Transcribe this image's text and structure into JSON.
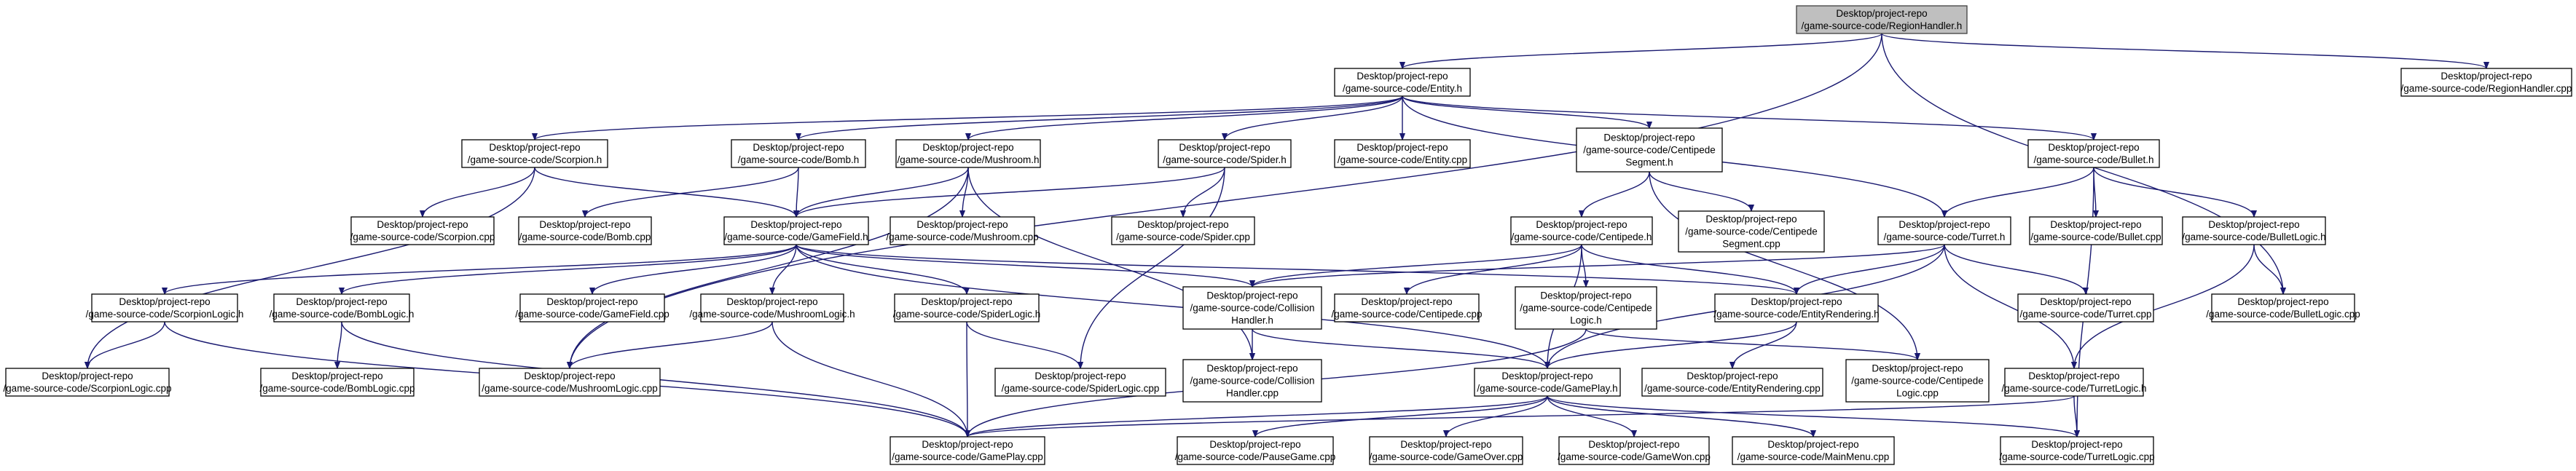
{
  "graph": {
    "nodes": [
      {
        "id": "regionhandler_h",
        "lines": [
          "Desktop/project-repo",
          "/game-source-code/RegionHandler.h"
        ],
        "root": true
      },
      {
        "id": "entity_h",
        "lines": [
          "Desktop/project-repo",
          "/game-source-code/Entity.h"
        ]
      },
      {
        "id": "regionhandler_cpp",
        "lines": [
          "Desktop/project-repo",
          "/game-source-code/RegionHandler.cpp"
        ]
      },
      {
        "id": "scorpion_h",
        "lines": [
          "Desktop/project-repo",
          "/game-source-code/Scorpion.h"
        ]
      },
      {
        "id": "bomb_h",
        "lines": [
          "Desktop/project-repo",
          "/game-source-code/Bomb.h"
        ]
      },
      {
        "id": "mushroom_h",
        "lines": [
          "Desktop/project-repo",
          "/game-source-code/Mushroom.h"
        ]
      },
      {
        "id": "spider_h",
        "lines": [
          "Desktop/project-repo",
          "/game-source-code/Spider.h"
        ]
      },
      {
        "id": "entity_cpp",
        "lines": [
          "Desktop/project-repo",
          "/game-source-code/Entity.cpp"
        ]
      },
      {
        "id": "centipedesegment_h",
        "lines": [
          "Desktop/project-repo",
          "/game-source-code/Centipede",
          "Segment.h"
        ]
      },
      {
        "id": "bullet_h",
        "lines": [
          "Desktop/project-repo",
          "/game-source-code/Bullet.h"
        ]
      },
      {
        "id": "scorpion_cpp",
        "lines": [
          "Desktop/project-repo",
          "/game-source-code/Scorpion.cpp"
        ]
      },
      {
        "id": "bomb_cpp",
        "lines": [
          "Desktop/project-repo",
          "/game-source-code/Bomb.cpp"
        ]
      },
      {
        "id": "gamefield_h",
        "lines": [
          "Desktop/project-repo",
          "/game-source-code/GameField.h"
        ]
      },
      {
        "id": "mushroom_cpp",
        "lines": [
          "Desktop/project-repo",
          "/game-source-code/Mushroom.cpp"
        ]
      },
      {
        "id": "spider_cpp",
        "lines": [
          "Desktop/project-repo",
          "/game-source-code/Spider.cpp"
        ]
      },
      {
        "id": "centipede_h",
        "lines": [
          "Desktop/project-repo",
          "/game-source-code/Centipede.h"
        ]
      },
      {
        "id": "centipedesegment_cpp",
        "lines": [
          "Desktop/project-repo",
          "/game-source-code/Centipede",
          "Segment.cpp"
        ]
      },
      {
        "id": "turret_h",
        "lines": [
          "Desktop/project-repo",
          "/game-source-code/Turret.h"
        ]
      },
      {
        "id": "bullet_cpp",
        "lines": [
          "Desktop/project-repo",
          "/game-source-code/Bullet.cpp"
        ]
      },
      {
        "id": "bulletlogic_h",
        "lines": [
          "Desktop/project-repo",
          "/game-source-code/BulletLogic.h"
        ]
      },
      {
        "id": "scorpionlogic_h",
        "lines": [
          "Desktop/project-repo",
          "/game-source-code/ScorpionLogic.h"
        ]
      },
      {
        "id": "bomblogic_h",
        "lines": [
          "Desktop/project-repo",
          "/game-source-code/BombLogic.h"
        ]
      },
      {
        "id": "gamefield_cpp",
        "lines": [
          "Desktop/project-repo",
          "/game-source-code/GameField.cpp"
        ]
      },
      {
        "id": "mushroomlogic_h",
        "lines": [
          "Desktop/project-repo",
          "/game-source-code/MushroomLogic.h"
        ]
      },
      {
        "id": "spiderlogic_h",
        "lines": [
          "Desktop/project-repo",
          "/game-source-code/SpiderLogic.h"
        ]
      },
      {
        "id": "collisionhandler_h",
        "lines": [
          "Desktop/project-repo",
          "/game-source-code/Collision",
          "Handler.h"
        ]
      },
      {
        "id": "centipede_cpp",
        "lines": [
          "Desktop/project-repo",
          "/game-source-code/Centipede.cpp"
        ]
      },
      {
        "id": "centipedelogic_h",
        "lines": [
          "Desktop/project-repo",
          "/game-source-code/Centipede",
          "Logic.h"
        ]
      },
      {
        "id": "entityrendering_h",
        "lines": [
          "Desktop/project-repo",
          "/game-source-code/EntityRendering.h"
        ]
      },
      {
        "id": "turret_cpp",
        "lines": [
          "Desktop/project-repo",
          "/game-source-code/Turret.cpp"
        ]
      },
      {
        "id": "bulletlogic_cpp",
        "lines": [
          "Desktop/project-repo",
          "/game-source-code/BulletLogic.cpp"
        ]
      },
      {
        "id": "scorpionlogic_cpp",
        "lines": [
          "Desktop/project-repo",
          "/game-source-code/ScorpionLogic.cpp"
        ]
      },
      {
        "id": "bomblogic_cpp",
        "lines": [
          "Desktop/project-repo",
          "/game-source-code/BombLogic.cpp"
        ]
      },
      {
        "id": "mushroomlogic_cpp",
        "lines": [
          "Desktop/project-repo",
          "/game-source-code/MushroomLogic.cpp"
        ]
      },
      {
        "id": "spiderlogic_cpp",
        "lines": [
          "Desktop/project-repo",
          "/game-source-code/SpiderLogic.cpp"
        ]
      },
      {
        "id": "collisionhandler_cpp",
        "lines": [
          "Desktop/project-repo",
          "/game-source-code/Collision",
          "Handler.cpp"
        ]
      },
      {
        "id": "gameplay_h",
        "lines": [
          "Desktop/project-repo",
          "/game-source-code/GamePlay.h"
        ]
      },
      {
        "id": "entityrendering_cpp",
        "lines": [
          "Desktop/project-repo",
          "/game-source-code/EntityRendering.cpp"
        ]
      },
      {
        "id": "centipedelogic_cpp",
        "lines": [
          "Desktop/project-repo",
          "/game-source-code/Centipede",
          "Logic.cpp"
        ]
      },
      {
        "id": "turretlogic_h",
        "lines": [
          "Desktop/project-repo",
          "/game-source-code/TurretLogic.h"
        ]
      },
      {
        "id": "gameplay_cpp",
        "lines": [
          "Desktop/project-repo",
          "/game-source-code/GamePlay.cpp"
        ]
      },
      {
        "id": "pausegame_cpp",
        "lines": [
          "Desktop/project-repo",
          "/game-source-code/PauseGame.cpp"
        ]
      },
      {
        "id": "gameover_cpp",
        "lines": [
          "Desktop/project-repo",
          "/game-source-code/GameOver.cpp"
        ]
      },
      {
        "id": "gamewon_cpp",
        "lines": [
          "Desktop/project-repo",
          "/game-source-code/GameWon.cpp"
        ]
      },
      {
        "id": "mainmenu_cpp",
        "lines": [
          "Desktop/project-repo",
          "/game-source-code/MainMenu.cpp"
        ]
      },
      {
        "id": "turretlogic_cpp",
        "lines": [
          "Desktop/project-repo",
          "/game-source-code/TurretLogic.cpp"
        ]
      }
    ],
    "edges": [
      [
        "regionhandler_h",
        "entity_h"
      ],
      [
        "regionhandler_h",
        "regionhandler_cpp"
      ],
      [
        "regionhandler_h",
        "mushroomlogic_cpp"
      ],
      [
        "regionhandler_h",
        "bulletlogic_cpp"
      ],
      [
        "entity_h",
        "scorpion_h"
      ],
      [
        "entity_h",
        "bomb_h"
      ],
      [
        "entity_h",
        "mushroom_h"
      ],
      [
        "entity_h",
        "spider_h"
      ],
      [
        "entity_h",
        "entity_cpp"
      ],
      [
        "entity_h",
        "centipedesegment_h"
      ],
      [
        "entity_h",
        "bullet_h"
      ],
      [
        "entity_h",
        "turret_h"
      ],
      [
        "scorpion_h",
        "scorpion_cpp"
      ],
      [
        "scorpion_h",
        "gamefield_h"
      ],
      [
        "scorpion_h",
        "scorpionlogic_cpp"
      ],
      [
        "bomb_h",
        "bomb_cpp"
      ],
      [
        "bomb_h",
        "gamefield_h"
      ],
      [
        "mushroom_h",
        "gamefield_h"
      ],
      [
        "mushroom_h",
        "mushroom_cpp"
      ],
      [
        "mushroom_h",
        "mushroomlogic_cpp"
      ],
      [
        "mushroom_h",
        "collisionhandler_cpp"
      ],
      [
        "spider_h",
        "spider_cpp"
      ],
      [
        "spider_h",
        "gamefield_h"
      ],
      [
        "spider_h",
        "spiderlogic_cpp"
      ],
      [
        "centipedesegment_h",
        "centipede_h"
      ],
      [
        "centipedesegment_h",
        "centipedesegment_cpp"
      ],
      [
        "centipedesegment_h",
        "centipedelogic_cpp"
      ],
      [
        "bullet_h",
        "turret_h"
      ],
      [
        "bullet_h",
        "bullet_cpp"
      ],
      [
        "bullet_h",
        "bulletlogic_h"
      ],
      [
        "bullet_h",
        "turretlogic_cpp"
      ],
      [
        "gamefield_h",
        "scorpionlogic_h"
      ],
      [
        "gamefield_h",
        "bomblogic_h"
      ],
      [
        "gamefield_h",
        "gamefield_cpp"
      ],
      [
        "gamefield_h",
        "mushroomlogic_h"
      ],
      [
        "gamefield_h",
        "spiderlogic_h"
      ],
      [
        "gamefield_h",
        "collisionhandler_h"
      ],
      [
        "gamefield_h",
        "entityrendering_h"
      ],
      [
        "gamefield_h",
        "gameplay_h"
      ],
      [
        "centipede_h",
        "collisionhandler_h"
      ],
      [
        "centipede_h",
        "centipede_cpp"
      ],
      [
        "centipede_h",
        "centipedelogic_h"
      ],
      [
        "centipede_h",
        "entityrendering_h"
      ],
      [
        "centipede_h",
        "gameplay_h"
      ],
      [
        "turret_h",
        "collisionhandler_h"
      ],
      [
        "turret_h",
        "entityrendering_h"
      ],
      [
        "turret_h",
        "turret_cpp"
      ],
      [
        "turret_h",
        "turretlogic_h"
      ],
      [
        "turret_h",
        "gameplay_h"
      ],
      [
        "bulletlogic_h",
        "bulletlogic_cpp"
      ],
      [
        "bulletlogic_h",
        "turretlogic_h"
      ],
      [
        "scorpionlogic_h",
        "scorpionlogic_cpp"
      ],
      [
        "scorpionlogic_h",
        "gameplay_cpp"
      ],
      [
        "bomblogic_h",
        "bomblogic_cpp"
      ],
      [
        "bomblogic_h",
        "gameplay_cpp"
      ],
      [
        "mushroomlogic_h",
        "mushroomlogic_cpp"
      ],
      [
        "mushroomlogic_h",
        "gameplay_cpp"
      ],
      [
        "spiderlogic_h",
        "spiderlogic_cpp"
      ],
      [
        "spiderlogic_h",
        "gameplay_cpp"
      ],
      [
        "collisionhandler_h",
        "collisionhandler_cpp"
      ],
      [
        "collisionhandler_h",
        "gameplay_h"
      ],
      [
        "centipedelogic_h",
        "gameplay_cpp"
      ],
      [
        "centipedelogic_h",
        "centipedelogic_cpp"
      ],
      [
        "entityrendering_h",
        "gameplay_h"
      ],
      [
        "entityrendering_h",
        "entityrendering_cpp"
      ],
      [
        "turretlogic_h",
        "gameplay_cpp"
      ],
      [
        "turretlogic_h",
        "turretlogic_cpp"
      ],
      [
        "gameplay_h",
        "gameplay_cpp"
      ],
      [
        "gameplay_h",
        "pausegame_cpp"
      ],
      [
        "gameplay_h",
        "gameover_cpp"
      ],
      [
        "gameplay_h",
        "gamewon_cpp"
      ],
      [
        "gameplay_h",
        "mainmenu_cpp"
      ],
      [
        "gameplay_h",
        "turretlogic_cpp"
      ]
    ],
    "colors": {
      "edge": "#191970",
      "node_border": "#000000",
      "root_fill": "#bfbfbf",
      "root_border": "#404040",
      "node_fill": "#ffffff",
      "text": "#000000"
    }
  }
}
